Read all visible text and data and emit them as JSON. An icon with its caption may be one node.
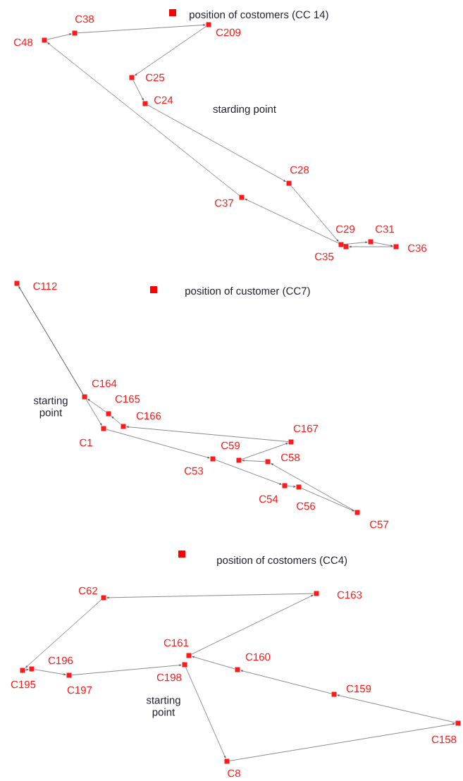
{
  "diagram": {
    "nodes": [
      {
        "text": [
          "C38"
        ]
      },
      {
        "text": [
          "C209"
        ]
      },
      {
        "text": [
          "C48"
        ]
      },
      {
        "text": [
          "C25"
        ]
      },
      {
        "text": [
          "C24"
        ]
      },
      {
        "text": [
          "C28"
        ]
      },
      {
        "text": [
          "C37"
        ]
      },
      {
        "text": [
          "C29"
        ]
      },
      {
        "text": [
          "C31"
        ]
      },
      {
        "text": [
          "C36"
        ]
      },
      {
        "text": [
          "C35"
        ]
      },
      {
        "text": [
          "C112"
        ]
      },
      {
        "text": [
          "C164"
        ]
      },
      {
        "text": [
          "C165"
        ]
      },
      {
        "text": [
          "C166"
        ]
      },
      {
        "text": [
          "C1"
        ]
      },
      {
        "text": [
          "C167"
        ]
      },
      {
        "text": [
          "C59"
        ]
      },
      {
        "text": [
          "C58"
        ]
      },
      {
        "text": [
          "C53"
        ]
      },
      {
        "text": [
          "C54"
        ]
      },
      {
        "text": [
          "C56"
        ]
      },
      {
        "text": [
          "C57"
        ]
      },
      {
        "text": [
          "C62"
        ]
      },
      {
        "text": [
          "C163"
        ]
      },
      {
        "text": [
          "C161"
        ]
      },
      {
        "text": [
          "C196"
        ]
      },
      {
        "text": [
          "C195"
        ]
      },
      {
        "text": [
          "C198"
        ]
      },
      {
        "text": [
          "C160"
        ]
      },
      {
        "text": [
          "C197"
        ]
      },
      {
        "text": [
          "C159"
        ]
      },
      {
        "text": [
          "C158"
        ]
      },
      {
        "text": [
          "C8"
        ]
      }
    ],
    "edges": [
      {
        "from": 4,
        "to": 5,
        "arrow": "to"
      },
      {
        "from": 5,
        "to": 7,
        "arrow": "to"
      },
      {
        "from": 7,
        "to": 8,
        "arrow": "to"
      },
      {
        "from": 8,
        "to": 9,
        "arrow": "to"
      },
      {
        "from": 9,
        "to": 10,
        "arrow": "to"
      },
      {
        "from": 10,
        "to": 6,
        "arrow": "to"
      },
      {
        "from": 6,
        "to": 2,
        "arrow": "to"
      },
      {
        "from": 2,
        "to": 0,
        "arrow": "to"
      },
      {
        "from": 0,
        "to": 1,
        "arrow": "to"
      },
      {
        "from": 1,
        "to": 3,
        "arrow": "to"
      },
      {
        "from": 3,
        "to": 4,
        "arrow": "to"
      },
      {
        "from": 15,
        "to": 19,
        "arrow": "to"
      },
      {
        "from": 19,
        "to": 20,
        "arrow": "to"
      },
      {
        "from": 20,
        "to": 21,
        "arrow": "to"
      },
      {
        "from": 21,
        "to": 22,
        "arrow": "to"
      },
      {
        "from": 22,
        "to": 18,
        "arrow": "to"
      },
      {
        "from": 18,
        "to": 17,
        "arrow": "to"
      },
      {
        "from": 17,
        "to": 16,
        "arrow": "to"
      },
      {
        "from": 16,
        "to": 14,
        "arrow": "to"
      },
      {
        "from": 14,
        "to": 13,
        "arrow": "to"
      },
      {
        "from": 13,
        "to": 12,
        "arrow": "to"
      },
      {
        "from": 12,
        "to": 11,
        "arrow": "to"
      },
      {
        "from": 11,
        "to": 15,
        "arrow": "to"
      },
      {
        "from": 28,
        "to": 33,
        "arrow": "to"
      },
      {
        "from": 33,
        "to": 32,
        "arrow": "to"
      },
      {
        "from": 32,
        "to": 31,
        "arrow": "to"
      },
      {
        "from": 31,
        "to": 29,
        "arrow": "to"
      },
      {
        "from": 29,
        "to": 25,
        "arrow": "to"
      },
      {
        "from": 25,
        "to": 24,
        "arrow": "to"
      },
      {
        "from": 24,
        "to": 23,
        "arrow": "to"
      },
      {
        "from": 23,
        "to": 27,
        "arrow": "to"
      },
      {
        "from": 27,
        "to": 26,
        "arrow": "to"
      },
      {
        "from": 26,
        "to": 30,
        "arrow": "to"
      },
      {
        "from": 30,
        "to": 28,
        "arrow": "to"
      }
    ],
    "labels": [
      "starding point",
      "starting point",
      "starting point"
    ],
    "legend": [
      {
        "text": "position of costomers (CC 14)",
        "color": "#ff0000"
      },
      {
        "text": "position of customer (CC7)",
        "color": "#ff0000"
      },
      {
        "text": "position of costomers (CC4)",
        "color": "#ff0000"
      }
    ]
  }
}
